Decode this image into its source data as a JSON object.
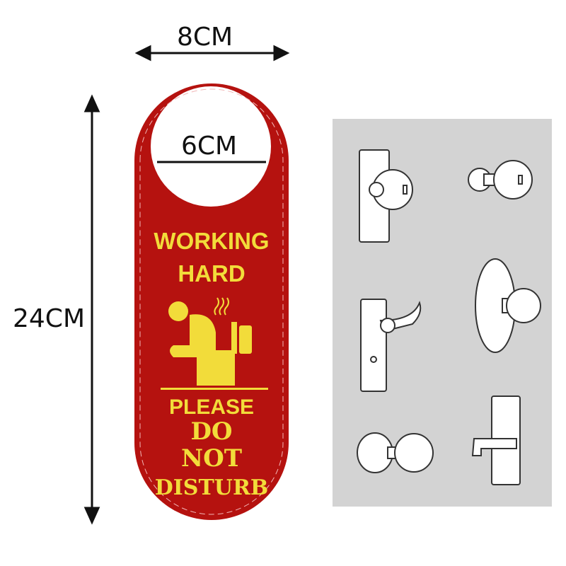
{
  "dimensions": {
    "width_label": "8CM",
    "hole_label": "6CM",
    "height_label": "24CM"
  },
  "hanger": {
    "line1": "WORKING",
    "line2": "HARD",
    "line3": "PLEASE",
    "line4": "DO",
    "line5": "NOT",
    "line6": "DISTURB",
    "colors": {
      "body": "#b5120f",
      "text": "#f2dc3a"
    }
  },
  "compatibility_panel": {
    "icons": [
      "door-knob-plate-icon",
      "door-knob-side-icon",
      "lever-handle-plate-icon",
      "oval-knob-icon",
      "round-knob-icon",
      "lever-handle-icon"
    ],
    "background": "#d3d3d3"
  }
}
